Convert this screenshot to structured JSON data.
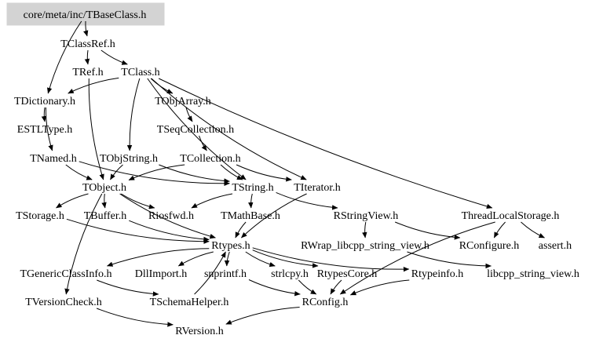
{
  "graph": {
    "nodes": [
      {
        "id": "tbaseclass",
        "label": "core/meta/inc/TBaseClass.h"
      },
      {
        "id": "tclassref",
        "label": "TClassRef.h"
      },
      {
        "id": "tref",
        "label": "TRef.h"
      },
      {
        "id": "tclass",
        "label": "TClass.h"
      },
      {
        "id": "tdictionary",
        "label": "TDictionary.h"
      },
      {
        "id": "tobjarray",
        "label": "TObjArray.h"
      },
      {
        "id": "estltype",
        "label": "ESTLType.h"
      },
      {
        "id": "tseqcollection",
        "label": "TSeqCollection.h"
      },
      {
        "id": "tnamed",
        "label": "TNamed.h"
      },
      {
        "id": "tobjstring",
        "label": "TObjString.h"
      },
      {
        "id": "tcollection",
        "label": "TCollection.h"
      },
      {
        "id": "tobject",
        "label": "TObject.h"
      },
      {
        "id": "tstring",
        "label": "TString.h"
      },
      {
        "id": "titerator",
        "label": "TIterator.h"
      },
      {
        "id": "tstorage",
        "label": "TStorage.h"
      },
      {
        "id": "tbuffer",
        "label": "TBuffer.h"
      },
      {
        "id": "riosfwd",
        "label": "Riosfwd.h"
      },
      {
        "id": "tmathbase",
        "label": "TMathBase.h"
      },
      {
        "id": "rstringview",
        "label": "RStringView.h"
      },
      {
        "id": "threadlocal",
        "label": "ThreadLocalStorage.h"
      },
      {
        "id": "rtypes",
        "label": "Rtypes.h"
      },
      {
        "id": "rwrap",
        "label": "RWrap_libcpp_string_view.h"
      },
      {
        "id": "rconfigure",
        "label": "RConfigure.h"
      },
      {
        "id": "assert",
        "label": "assert.h"
      },
      {
        "id": "tgenericclassinfo",
        "label": "TGenericClassInfo.h"
      },
      {
        "id": "dllimport",
        "label": "DllImport.h"
      },
      {
        "id": "snprintf",
        "label": "snprintf.h"
      },
      {
        "id": "strlcpy",
        "label": "strlcpy.h"
      },
      {
        "id": "rtypescore",
        "label": "RtypesCore.h"
      },
      {
        "id": "rtypeinfo",
        "label": "Rtypeinfo.h"
      },
      {
        "id": "libcpp",
        "label": "libcpp_string_view.h"
      },
      {
        "id": "tversioncheck",
        "label": "TVersionCheck.h"
      },
      {
        "id": "tschemahelper",
        "label": "TSchemaHelper.h"
      },
      {
        "id": "rconfig",
        "label": "RConfig.h"
      },
      {
        "id": "rversion",
        "label": "RVersion.h"
      }
    ],
    "edges": [
      [
        "tbaseclass",
        "tclassref"
      ],
      [
        "tbaseclass",
        "tdictionary"
      ],
      [
        "tclassref",
        "tref"
      ],
      [
        "tclassref",
        "tclass"
      ],
      [
        "tref",
        "tobject"
      ],
      [
        "tclass",
        "tdictionary"
      ],
      [
        "tclass",
        "tobjarray"
      ],
      [
        "tclass",
        "tobjstring"
      ],
      [
        "tclass",
        "tstring"
      ],
      [
        "tclass",
        "titerator"
      ],
      [
        "tclass",
        "threadlocal"
      ],
      [
        "tdictionary",
        "estltype"
      ],
      [
        "tdictionary",
        "tnamed"
      ],
      [
        "tobjarray",
        "tseqcollection"
      ],
      [
        "tseqcollection",
        "tcollection"
      ],
      [
        "tnamed",
        "tobject"
      ],
      [
        "tnamed",
        "tstring"
      ],
      [
        "tobjstring",
        "tobject"
      ],
      [
        "tobjstring",
        "tstring"
      ],
      [
        "tcollection",
        "tobject"
      ],
      [
        "tcollection",
        "tstring"
      ],
      [
        "tcollection",
        "titerator"
      ],
      [
        "tobject",
        "tstorage"
      ],
      [
        "tobject",
        "tbuffer"
      ],
      [
        "tobject",
        "riosfwd"
      ],
      [
        "tobject",
        "rtypes"
      ],
      [
        "tobject",
        "tversioncheck"
      ],
      [
        "tstring",
        "riosfwd"
      ],
      [
        "tstring",
        "tmathbase"
      ],
      [
        "tstring",
        "rstringview"
      ],
      [
        "titerator",
        "rtypes"
      ],
      [
        "tstorage",
        "rtypes"
      ],
      [
        "tbuffer",
        "rtypes"
      ],
      [
        "tmathbase",
        "rtypes"
      ],
      [
        "rstringview",
        "rwrap"
      ],
      [
        "rstringview",
        "rconfigure"
      ],
      [
        "threadlocal",
        "rconfigure"
      ],
      [
        "threadlocal",
        "assert"
      ],
      [
        "threadlocal",
        "rconfig"
      ],
      [
        "rtypes",
        "tgenericclassinfo"
      ],
      [
        "rtypes",
        "dllimport"
      ],
      [
        "rtypes",
        "snprintf"
      ],
      [
        "rtypes",
        "strlcpy"
      ],
      [
        "rtypes",
        "rtypescore"
      ],
      [
        "rtypes",
        "rtypeinfo"
      ],
      [
        "rwrap",
        "libcpp"
      ],
      [
        "tgenericclassinfo",
        "tschemahelper"
      ],
      [
        "tschemahelper",
        "rtypes"
      ],
      [
        "snprintf",
        "rconfig"
      ],
      [
        "strlcpy",
        "rconfig"
      ],
      [
        "rtypescore",
        "rconfig"
      ],
      [
        "rtypeinfo",
        "rconfig"
      ],
      [
        "tversioncheck",
        "rversion"
      ],
      [
        "rconfig",
        "rversion"
      ]
    ]
  }
}
